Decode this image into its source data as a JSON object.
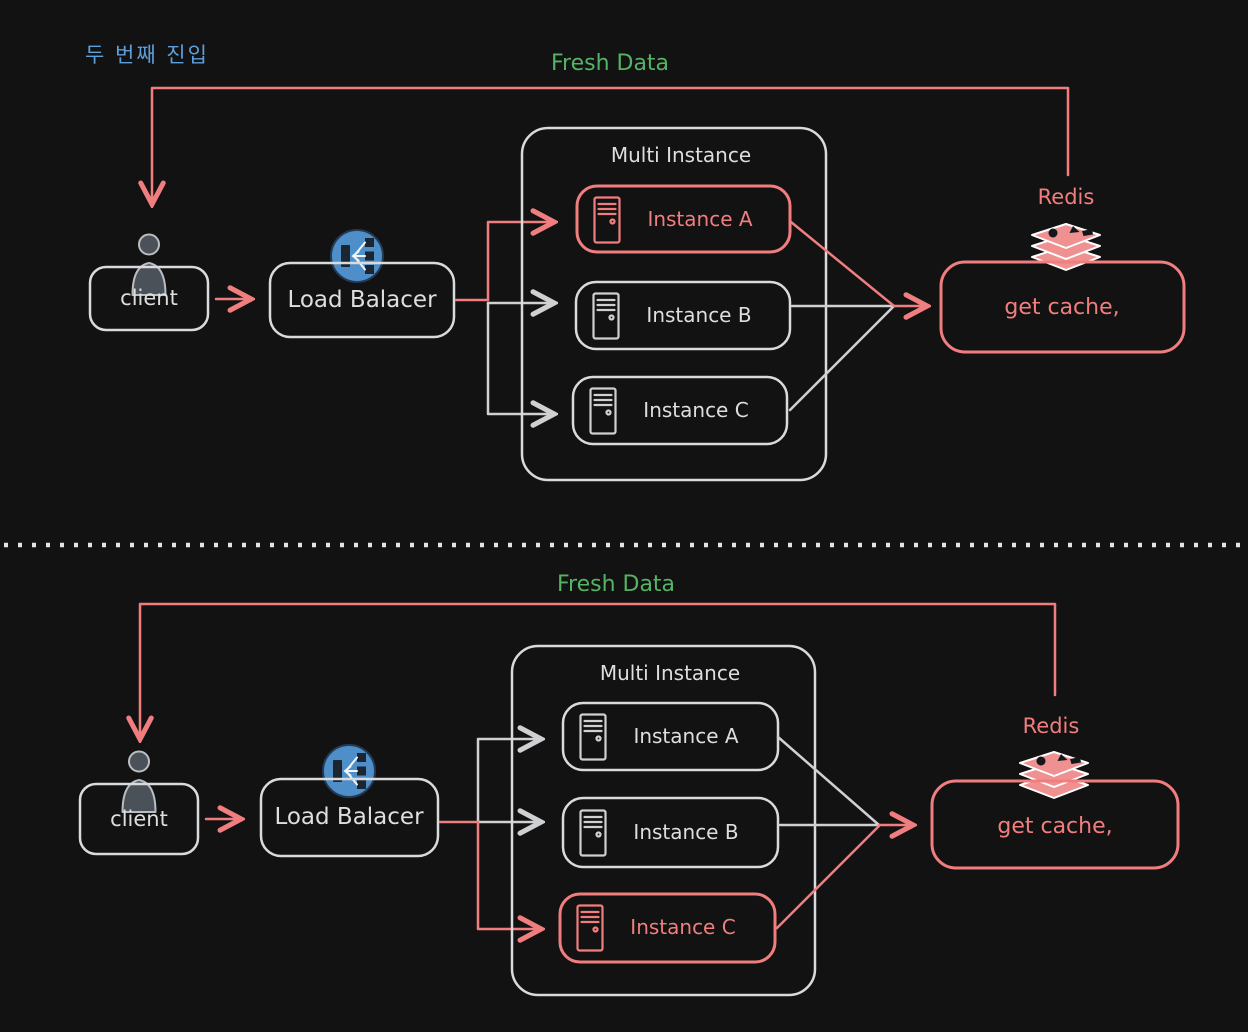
{
  "colors": {
    "background": "#121212",
    "red_accent": "#f17e7e",
    "green_accent": "#54b364",
    "blue_accent": "#5d9fdb",
    "white_stroke": "#d9dadc",
    "load_balancer_icon_blue": "#4e8fca"
  },
  "top": {
    "note_label": "두 번째 진입",
    "fresh_data_label": "Fresh Data",
    "client": {
      "label": "client"
    },
    "load_balancer": {
      "label": "Load Balacer"
    },
    "container": {
      "label": "Multi Instance"
    },
    "instances": [
      {
        "label": "Instance A",
        "highlighted": true
      },
      {
        "label": "Instance B",
        "highlighted": false
      },
      {
        "label": "Instance C",
        "highlighted": false
      }
    ],
    "redis": {
      "label": "Redis"
    },
    "cache": {
      "label": "get cache,"
    }
  },
  "bottom": {
    "fresh_data_label": "Fresh Data",
    "client": {
      "label": "client"
    },
    "load_balancer": {
      "label": "Load Balacer"
    },
    "container": {
      "label": "Multi Instance"
    },
    "instances": [
      {
        "label": "Instance A",
        "highlighted": false
      },
      {
        "label": "Instance B",
        "highlighted": false
      },
      {
        "label": "Instance C",
        "highlighted": true
      }
    ],
    "redis": {
      "label": "Redis"
    },
    "cache": {
      "label": "get cache,"
    }
  }
}
